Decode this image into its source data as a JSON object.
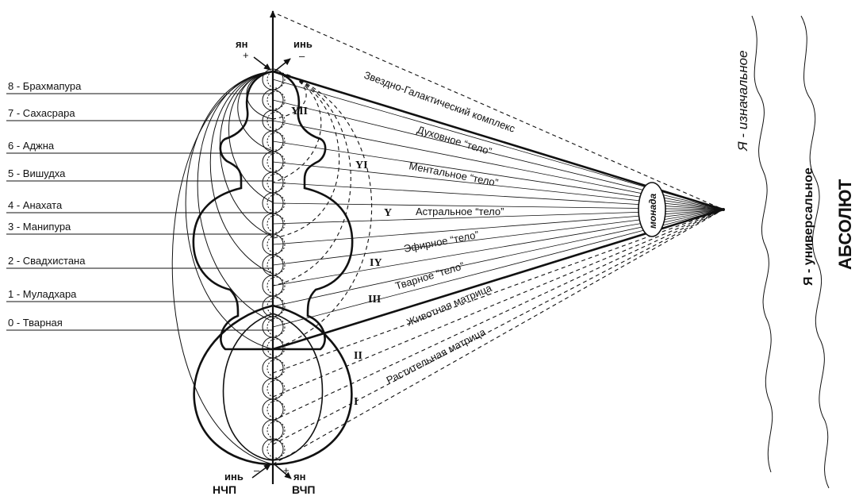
{
  "poles": {
    "yan_top": "ян",
    "yin_top": "инь",
    "plus_top": "+",
    "minus_top": "–",
    "yin_bottom": "инь",
    "yan_bottom": "ян",
    "minus_bottom": "–",
    "plus_bottom": "+",
    "nchp": "НЧП",
    "vchp": "ВЧП"
  },
  "chakras": [
    "8 - Брахмапура",
    "7 - Сахасрара",
    "6 - Аджна",
    "5 - Вишудха",
    "4 - Анахата",
    "3 - Манипура",
    "2 - Свадхистана",
    "1 - Муладхара",
    "0 - Тварная"
  ],
  "bodies": [
    "Звездно-Галактический комплекс",
    "Духовное “тело”",
    "Ментальное “тело”",
    "Астральное “тело”",
    "Эфирное “тело”",
    "Тварное “тело”",
    "Животная матрица",
    "Растительная матрица"
  ],
  "numerals": [
    "YII",
    "YI",
    "Y",
    "IY",
    "III",
    "II",
    "I"
  ],
  "monad": "монада",
  "self_original": "Я - изначальное",
  "self_universal": "Я - универсальное",
  "absolute": "АБСОЛЮТ"
}
